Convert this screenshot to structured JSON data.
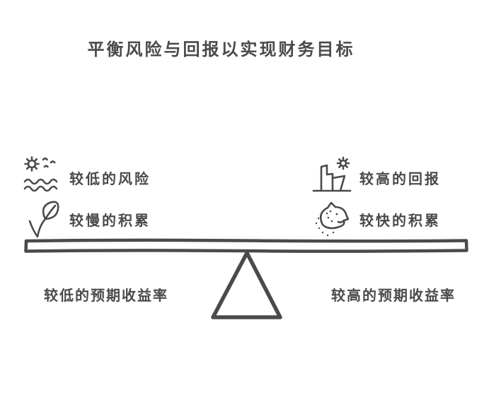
{
  "canvas": {
    "background_color": "#ffffff",
    "ink_color": "#4a4a4a",
    "fill_color": "#ffffff"
  },
  "title": "平衡风险与回报以实现财务目标",
  "left": {
    "features": [
      {
        "icon": "calm-sea-icon",
        "label": "较低的风险"
      },
      {
        "icon": "sprout-icon",
        "label": "较慢的积累"
      }
    ],
    "outcome": "较低的预期收益率"
  },
  "right": {
    "features": [
      {
        "icon": "cliff-sun-icon",
        "label": "较高的回报"
      },
      {
        "icon": "leopard-icon",
        "label": "较快的积累"
      }
    ],
    "outcome": "较高的预期收益率"
  }
}
